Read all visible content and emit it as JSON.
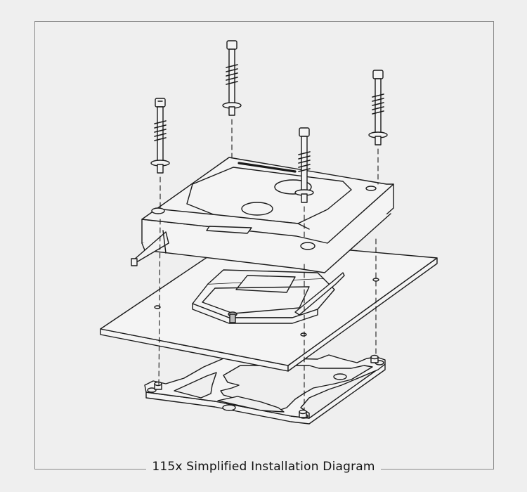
{
  "caption": "115x Simplified Installation Diagram",
  "colors": {
    "background": "#efefef",
    "frame": "#8a8a8a",
    "line": "#1a1a1a",
    "part_fill": "#f4f4f4"
  },
  "parts": [
    {
      "name": "screw-with-spring",
      "count": 4
    },
    {
      "name": "water-block",
      "count": 1
    },
    {
      "name": "cpu-socket",
      "count": 1
    },
    {
      "name": "motherboard",
      "count": 1
    },
    {
      "name": "backplate",
      "count": 1
    }
  ]
}
